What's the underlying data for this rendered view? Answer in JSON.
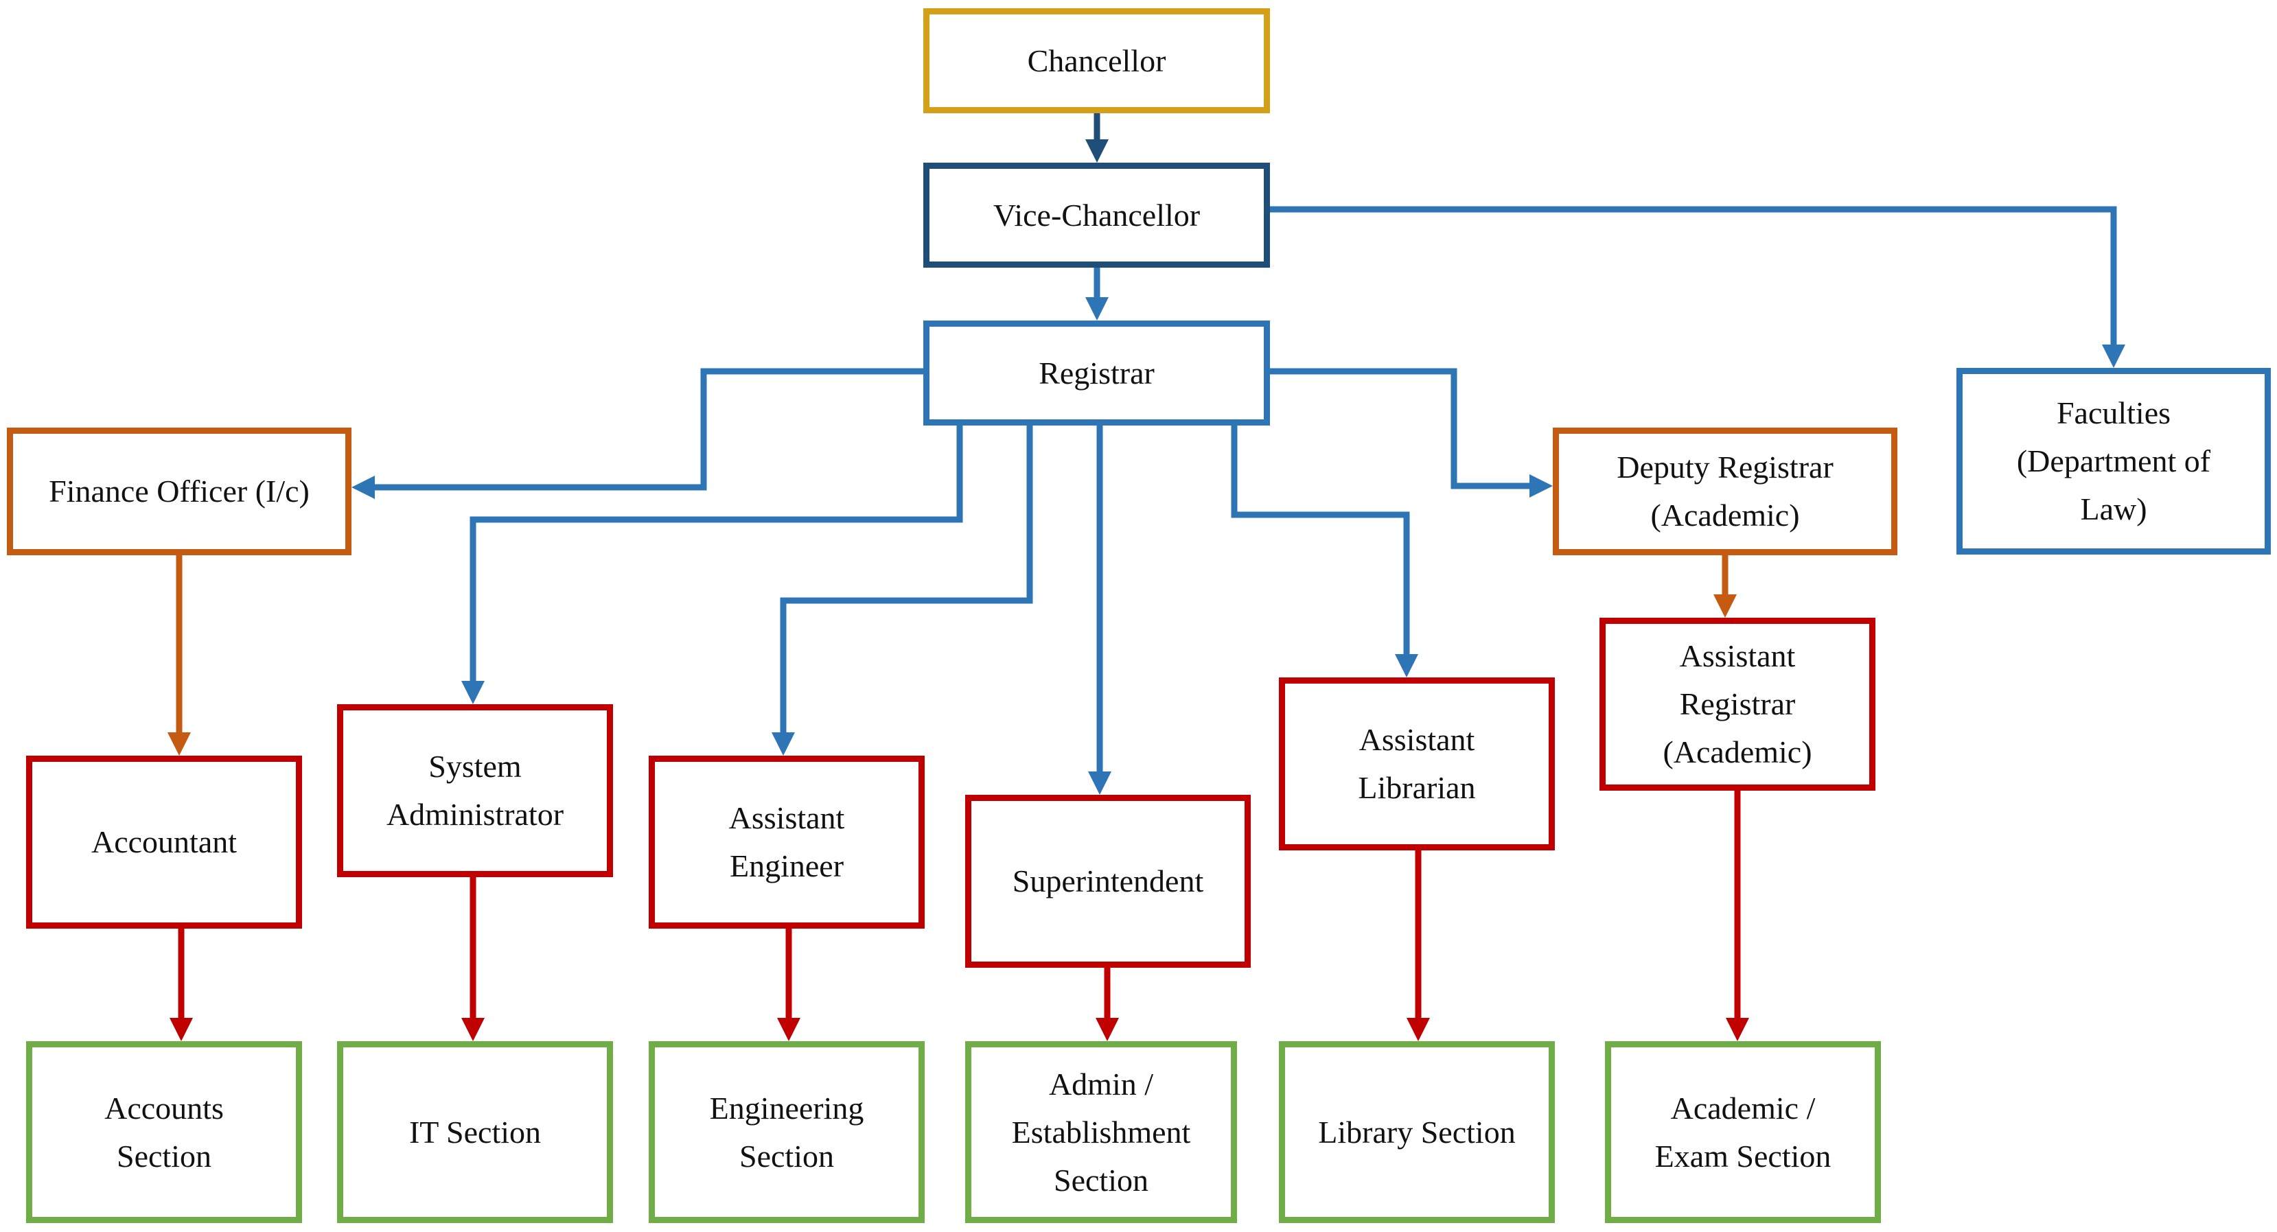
{
  "colors": {
    "gold": "#D4A017",
    "navy": "#1F4E79",
    "blue": "#2E75B6",
    "orange": "#C55A11",
    "red": "#C00000",
    "green": "#70AD47"
  },
  "nodes": {
    "chancellor": "Chancellor",
    "vice_chancellor": "Vice-Chancellor",
    "registrar": "Registrar",
    "faculties": "Faculties\n(Department of\nLaw)",
    "finance_officer": "Finance Officer (I/c)",
    "deputy_registrar": "Deputy Registrar\n(Academic)",
    "accountant": "Accountant",
    "system_administrator": "System\nAdministrator",
    "assistant_engineer": "Assistant\nEngineer",
    "superintendent": "Superintendent",
    "assistant_librarian": "Assistant\nLibrarian",
    "assistant_registrar": "Assistant\nRegistrar\n(Academic)",
    "accounts_section": "Accounts\nSection",
    "it_section": "IT Section",
    "engineering_section": "Engineering\nSection",
    "admin_section": "Admin /\nEstablishment\nSection",
    "library_section": "Library Section",
    "academic_exam_section": "Academic /\nExam Section"
  }
}
